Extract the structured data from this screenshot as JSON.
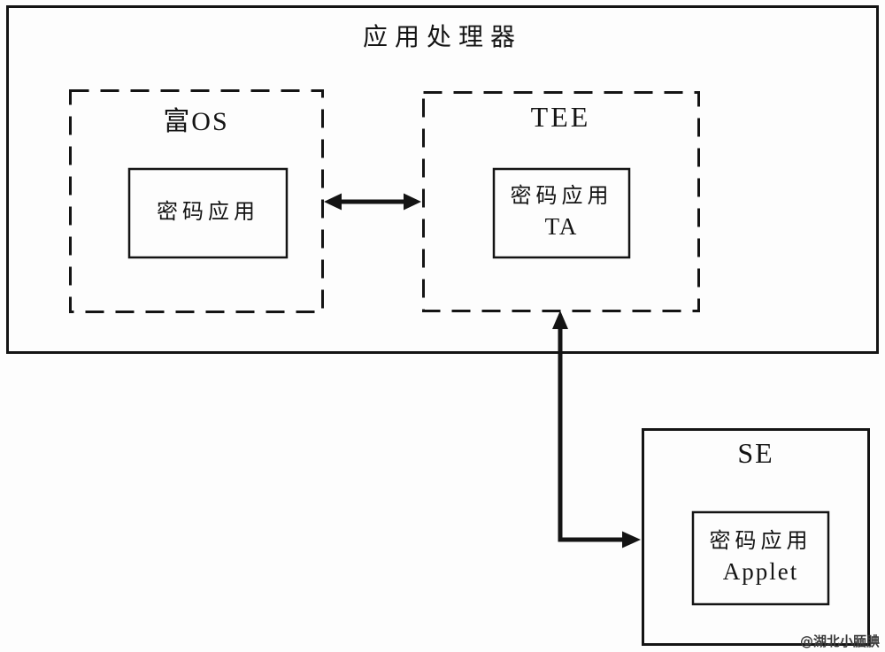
{
  "colors": {
    "line": "#141414",
    "background": "#fdfdfd",
    "watermark_color": "#3a3a3a"
  },
  "diagram": {
    "application_processor": {
      "title": "应用处理器"
    },
    "rich_os": {
      "title": "富OS",
      "crypto_app": "密码应用"
    },
    "tee": {
      "title": "TEE",
      "crypto_app_ta": {
        "line1": "密码应用",
        "line2": "TA"
      }
    },
    "se": {
      "title": "SE",
      "crypto_app_applet": {
        "line1": "密码应用",
        "line2": "Applet"
      }
    },
    "watermark": "@湖北小腼腆"
  }
}
